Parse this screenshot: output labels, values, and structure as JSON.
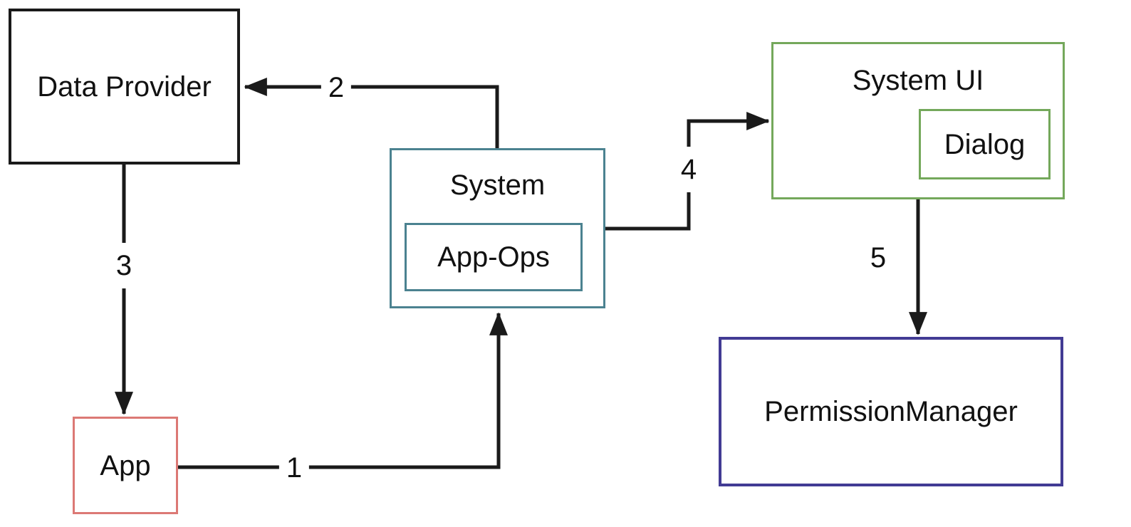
{
  "diagram": {
    "background_color": "#ffffff",
    "line_color": "#1a1a1a",
    "text_color": "#111111",
    "nodes": {
      "data_provider": {
        "label": "Data Provider",
        "border_color": "#1a1a1a"
      },
      "system": {
        "label": "System",
        "border_color": "#4b8290"
      },
      "app_ops": {
        "label": "App-Ops",
        "border_color": "#4b8290"
      },
      "system_ui": {
        "label": "System UI",
        "border_color": "#74a85b"
      },
      "dialog": {
        "label": "Dialog",
        "border_color": "#74a85b"
      },
      "app": {
        "label": "App",
        "border_color": "#dc7975"
      },
      "permission_manager": {
        "label": "PermissionManager",
        "border_color": "#423b94"
      }
    },
    "edges": {
      "e1": {
        "label": "1",
        "from": "App",
        "to": "System"
      },
      "e2": {
        "label": "2",
        "from": "System",
        "to": "Data Provider"
      },
      "e3": {
        "label": "3",
        "from": "Data Provider",
        "to": "App"
      },
      "e4": {
        "label": "4",
        "from": "System",
        "to": "System UI"
      },
      "e5": {
        "label": "5",
        "from": "System UI",
        "to": "PermissionManager"
      }
    }
  }
}
